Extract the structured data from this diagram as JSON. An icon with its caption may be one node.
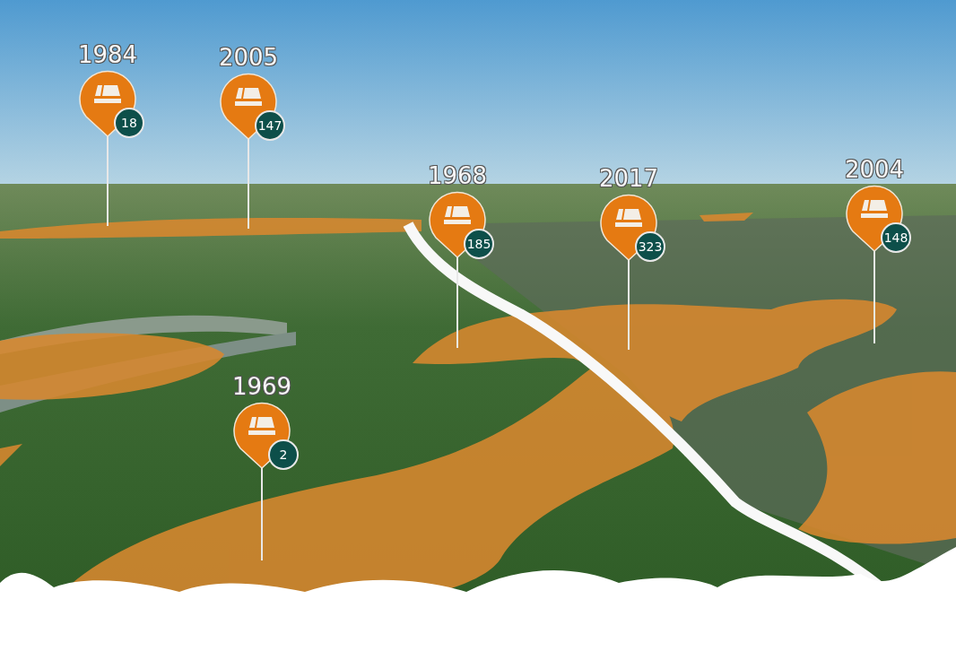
{
  "diagram": {
    "nodes": [
      {
        "text": [
          "1984",
          "18"
        ]
      },
      {
        "text": [
          "2005",
          "147"
        ]
      },
      {
        "text": [
          "1968",
          "185"
        ]
      },
      {
        "text": [
          "2017",
          "323"
        ]
      },
      {
        "text": [
          "2004",
          "148"
        ]
      },
      {
        "text": [
          "1969",
          "2"
        ]
      }
    ],
    "edges": [
      {
        "from": 0,
        "to": null,
        "arrow": "none"
      },
      {
        "from": 1,
        "to": null,
        "arrow": "none"
      },
      {
        "from": 2,
        "to": null,
        "arrow": "none"
      },
      {
        "from": 3,
        "to": null,
        "arrow": "none"
      },
      {
        "from": 4,
        "to": null,
        "arrow": "none"
      },
      {
        "from": 5,
        "to": null,
        "arrow": "none"
      }
    ]
  }
}
